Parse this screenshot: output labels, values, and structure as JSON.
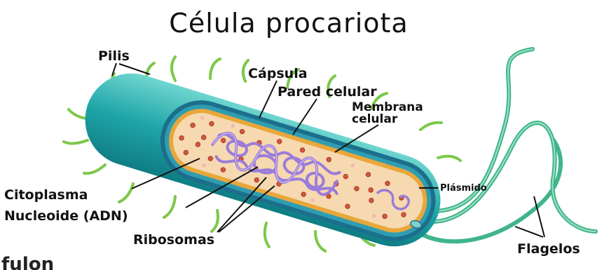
{
  "title": "Célula procariota",
  "labels": {
    "pilis": "Pilis",
    "capsula": "Cápsula",
    "pared": "Pared celular",
    "membrana_1": "Membrana",
    "membrana_2": "celular",
    "citoplasma": "Citoplasma",
    "nucleoide": "Nucleoide (ADN)",
    "ribosomas": "Ribosomas",
    "plasmido": "Plásmido",
    "flagelos": "Flagelos"
  },
  "logo": "fulon",
  "colors": {
    "capsule": "#1fa5a8",
    "wall": "#1c6f8c",
    "membrane": "#e9a73b",
    "cytoplasm": "#f6d9b0",
    "ribosome": "#d6563c",
    "dna": "#9b7cd8",
    "pili": "#7cc84a",
    "flagella": "#3fb58a"
  }
}
